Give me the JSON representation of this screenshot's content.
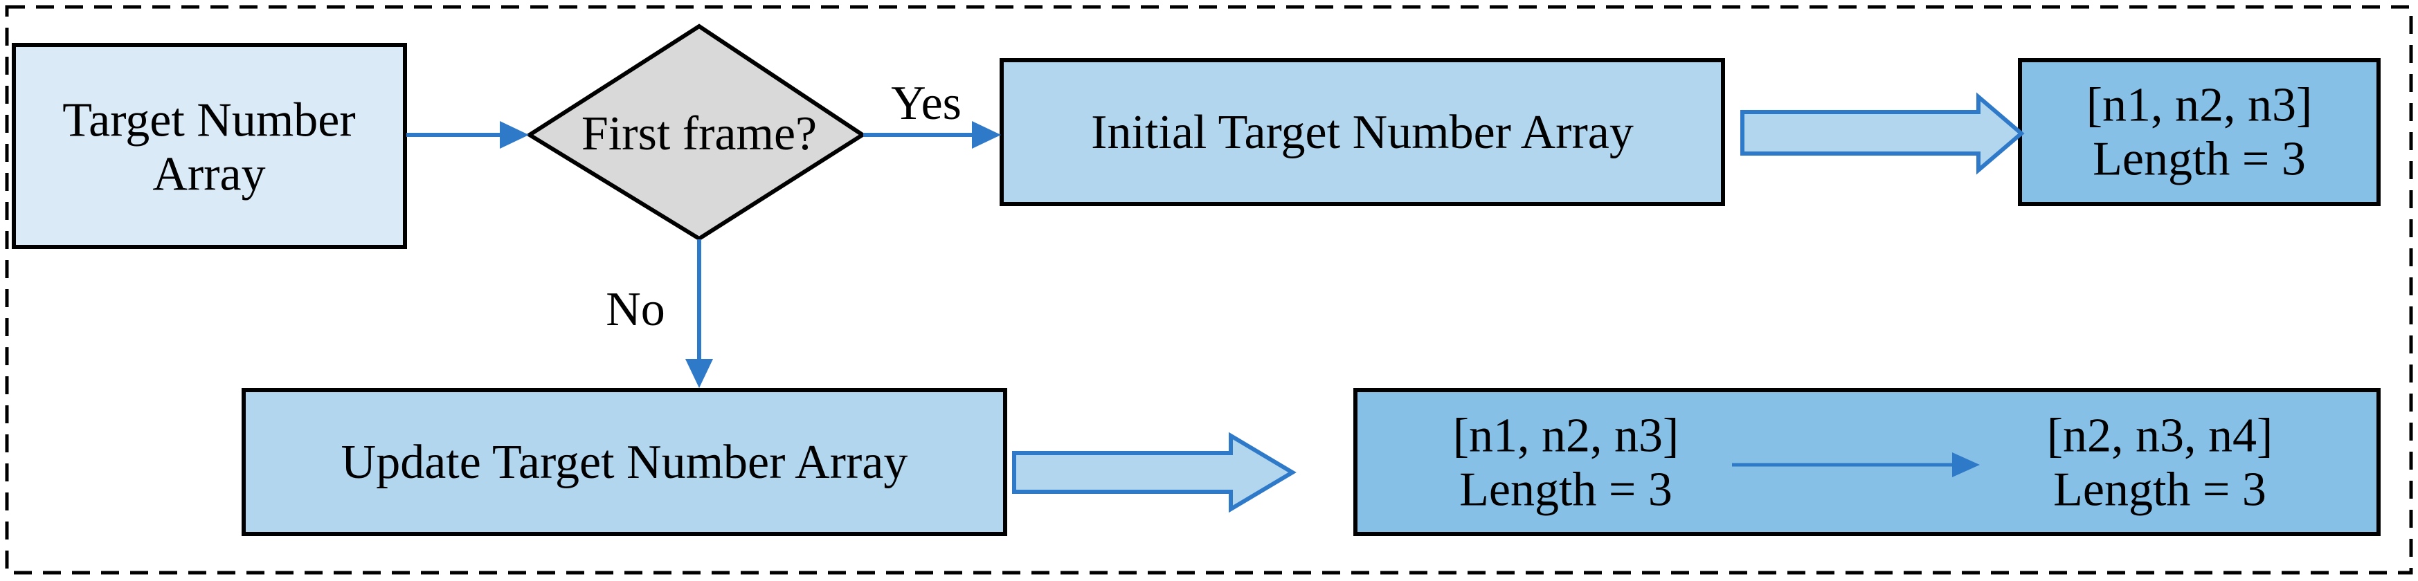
{
  "nodes": {
    "target_array": {
      "line1": "Target Number",
      "line2": "Array"
    },
    "decision": {
      "label": "First frame?"
    },
    "initial_array": {
      "label": "Initial Target Number Array"
    },
    "initial_result": {
      "line1": "[n1, n2, n3]",
      "line2": "Length = 3"
    },
    "update_array": {
      "label": "Update Target Number Array"
    },
    "update_before": {
      "line1": "[n1, n2, n3]",
      "line2": "Length = 3"
    },
    "update_after": {
      "line1": "[n2, n3, n4]",
      "line2": "Length = 3"
    }
  },
  "edges": {
    "yes_label": "Yes",
    "no_label": "No"
  },
  "colors": {
    "light_fill": "#daeaf7",
    "mid_fill": "#b3d6ef",
    "dark_fill": "#86c0e6",
    "decision_fill": "#d9d9d9",
    "arrow_blue": "#2f79c9",
    "border": "#000000"
  }
}
